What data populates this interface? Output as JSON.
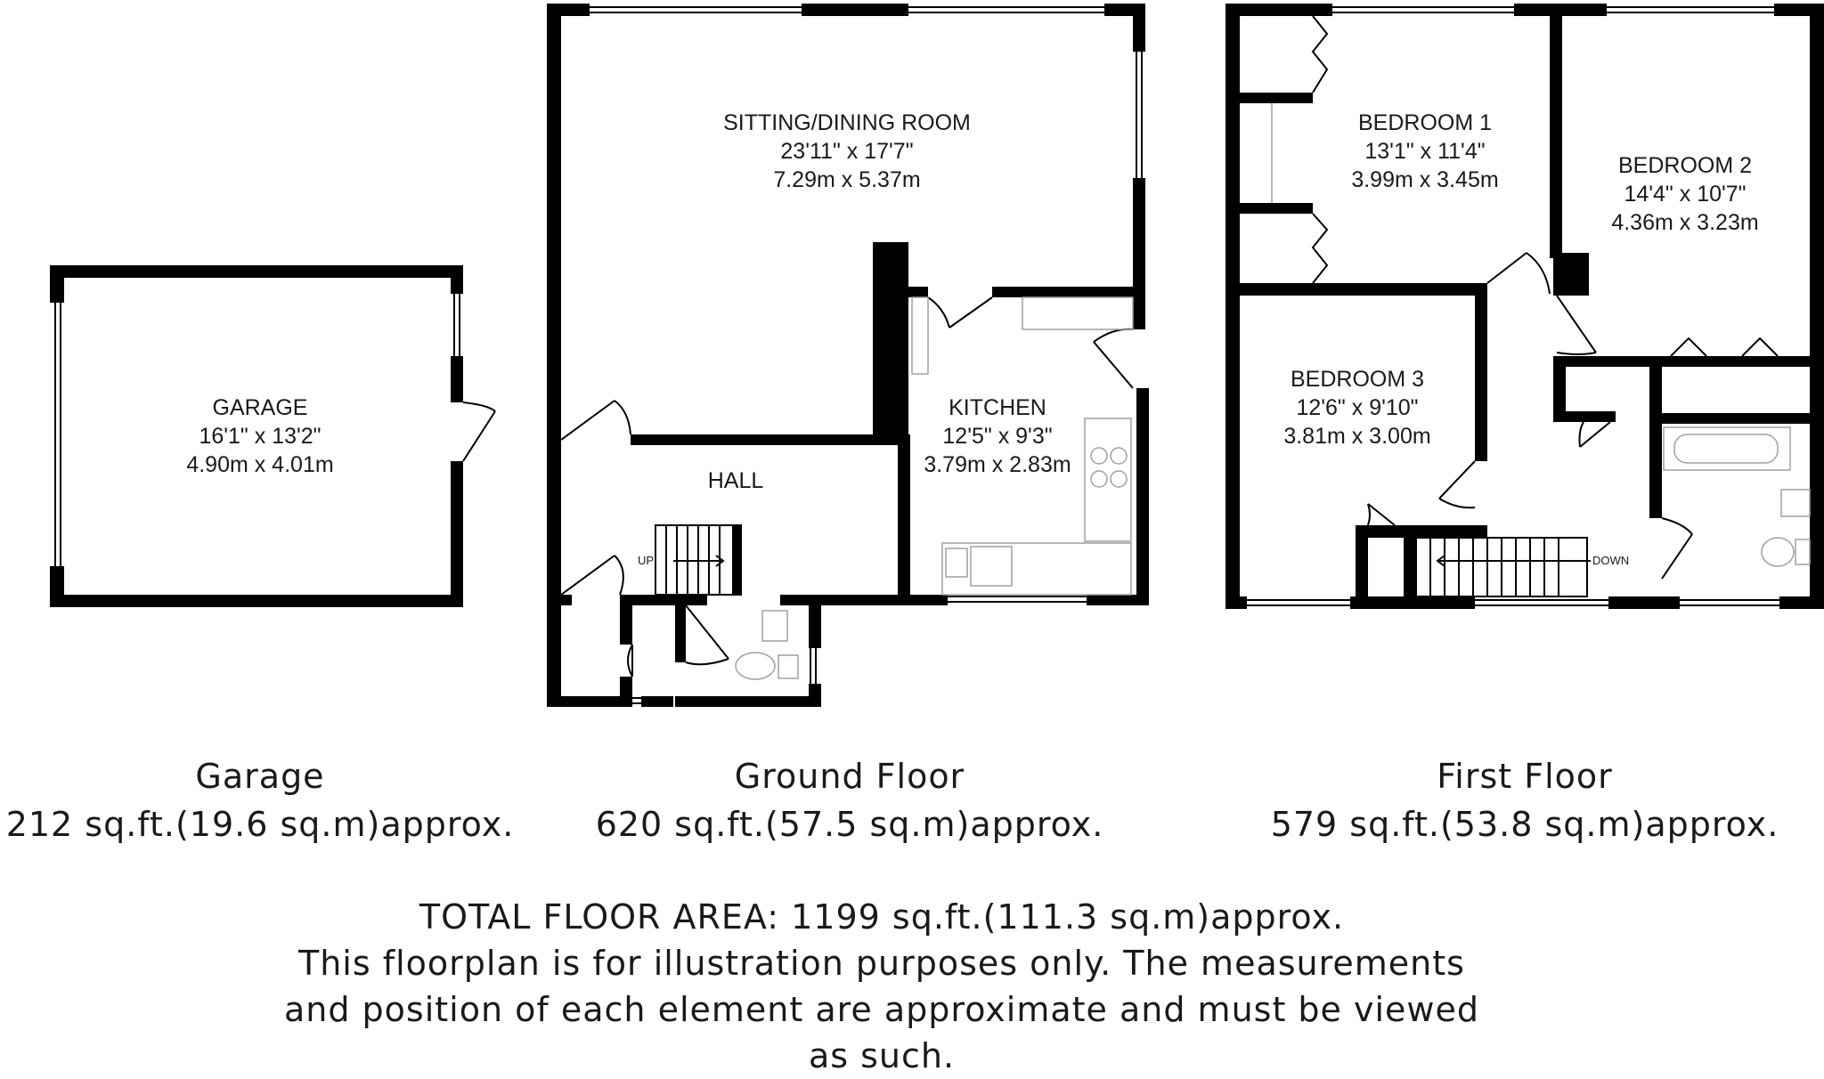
{
  "floors": [
    {
      "id": "garage",
      "title": "Garage",
      "area": "212 sq.ft.(19.6 sq.m)approx.",
      "rooms": [
        {
          "name": "GARAGE",
          "imperial": "16'1\" x 13'2\"",
          "metric": "4.90m x 4.01m"
        }
      ]
    },
    {
      "id": "ground",
      "title": "Ground Floor",
      "area": "620 sq.ft.(57.5 sq.m)approx.",
      "rooms": [
        {
          "name": "SITTING/DINING ROOM",
          "imperial": "23'11\" x 17'7\"",
          "metric": "7.29m x 5.37m"
        },
        {
          "name": "KITCHEN",
          "imperial": "12'5\" x 9'3\"",
          "metric": "3.79m x 2.83m"
        },
        {
          "name": "HALL"
        }
      ],
      "stair_label": "UP"
    },
    {
      "id": "first",
      "title": "First Floor",
      "area": "579 sq.ft.(53.8 sq.m)approx.",
      "rooms": [
        {
          "name": "BEDROOM 1",
          "imperial": "13'1\" x 11'4\"",
          "metric": "3.99m x 3.45m"
        },
        {
          "name": "BEDROOM 2",
          "imperial": "14'4\" x 10'7\"",
          "metric": "4.36m x 3.23m"
        },
        {
          "name": "BEDROOM 3",
          "imperial": "12'6\" x 9'10\"",
          "metric": "3.81m x 3.00m"
        }
      ],
      "stair_label": "DOWN"
    }
  ],
  "footer": {
    "total": "TOTAL FLOOR AREA: 1199 sq.ft.(111.3 sq.m)approx.",
    "disclaimer_line1": "This floorplan is for illustration purposes only. The measurements",
    "disclaimer_line2": "and position of each element are approximate and must be viewed",
    "disclaimer_line3": "as such."
  },
  "colors": {
    "wall": "#000000",
    "fixture": "#a0a0a0",
    "text": "#1a1a1a",
    "background": "#ffffff"
  }
}
